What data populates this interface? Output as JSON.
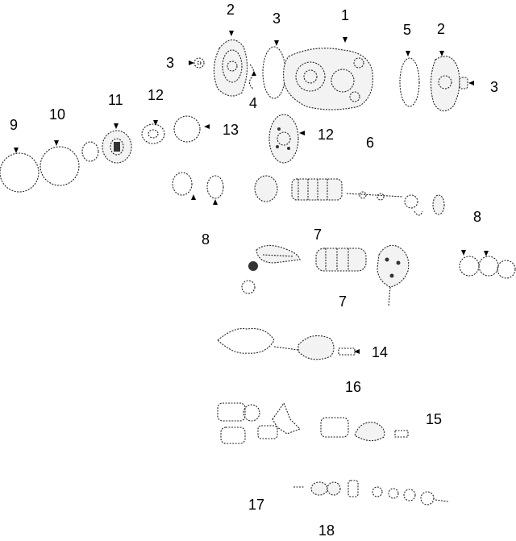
{
  "diagram": {
    "kind": "exploded parts view",
    "callouts": [
      "2",
      "3",
      "1",
      "5",
      "2",
      "3",
      "4",
      "3",
      "9",
      "10",
      "11",
      "12",
      "13",
      "12",
      "6",
      "8",
      "8",
      "7",
      "7",
      "14",
      "16",
      "15",
      "17",
      "18"
    ]
  }
}
